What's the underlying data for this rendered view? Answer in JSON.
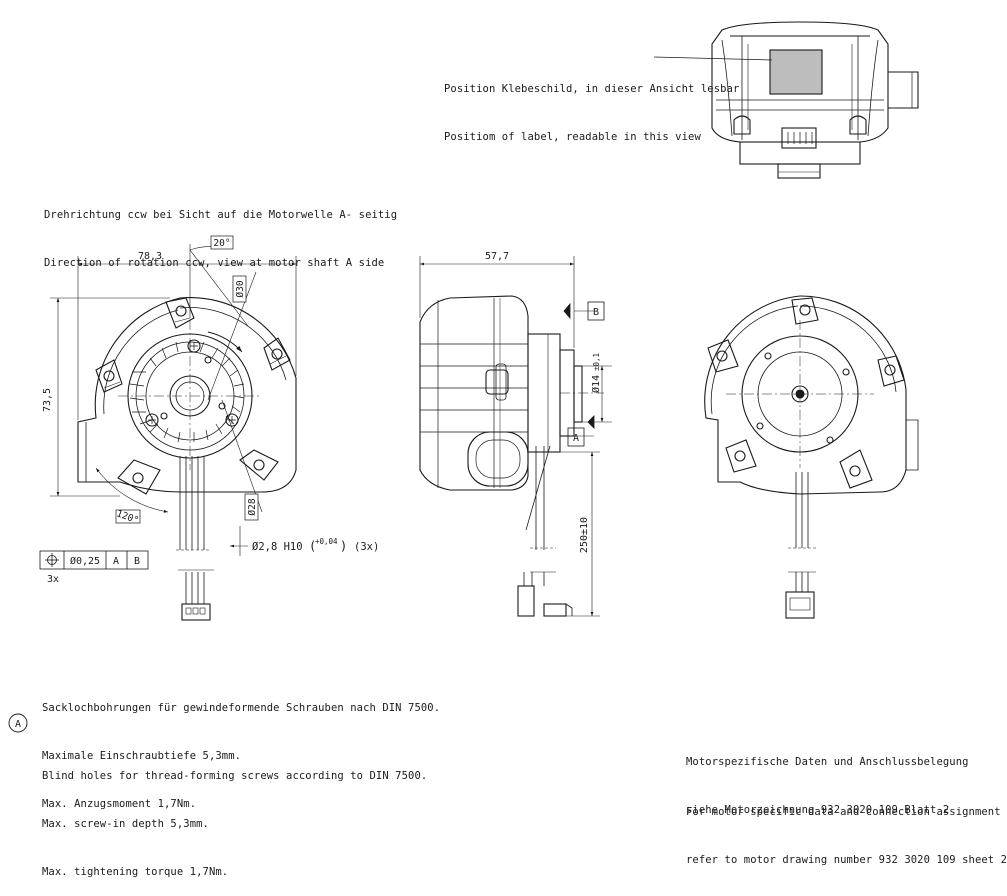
{
  "label_note": {
    "de": "Position Klebeschild, in dieser Ansicht lesbar",
    "en": "Positiom of label, readable in this view"
  },
  "rotation_note": {
    "de": "Drehrichtung ccw bei Sicht auf die Motorwelle A- seitig",
    "en": "Direction of rotation ccw, view at motor shaft A side"
  },
  "dimensions": {
    "width_front": "78,3",
    "height_front": "73,5",
    "width_side": "57,7",
    "angle_top": "20°",
    "angle_bottom": "120°",
    "circle_30": "Ø30",
    "circle_28": "Ø28",
    "hole_spec": "Ø2,8 H10",
    "hole_tol": "+0,04",
    "hole_tol_open": "(",
    "hole_tol_close": ")",
    "hole_count": "(3x)",
    "shaft_dia": "Ø14",
    "shaft_tol": "±0,1",
    "cable_length": "250±10"
  },
  "datums": {
    "a": "A",
    "b": "B"
  },
  "tolerance_frame": {
    "symbol": "position",
    "value": "Ø0,25",
    "datum1": "A",
    "datum2": "B",
    "count": "3x"
  },
  "blind_holes_note": {
    "de_1": "Sacklochbohrungen für gewindeformende Schrauben nach DIN 7500.",
    "de_2": "Maximale Einschraubtiefe 5,3mm.",
    "de_3": "Max. Anzugsmoment 1,7Nm.",
    "en_1": "Blind holes for thread-forming screws according to DIN 7500.",
    "en_2": "Max. screw-in depth 5,3mm.",
    "en_3": "Max. tightening torque 1,7Nm."
  },
  "marker": "A",
  "motor_note": {
    "de_1": "Motorspezifische Daten und Anschlussbelegung",
    "de_2": "siehe Motorzeichnung 932 3020 109 Blatt 2",
    "en_1": "For motor specific data and connection assignment",
    "en_2": "refer to motor drawing number 932 3020 109 sheet 2"
  }
}
